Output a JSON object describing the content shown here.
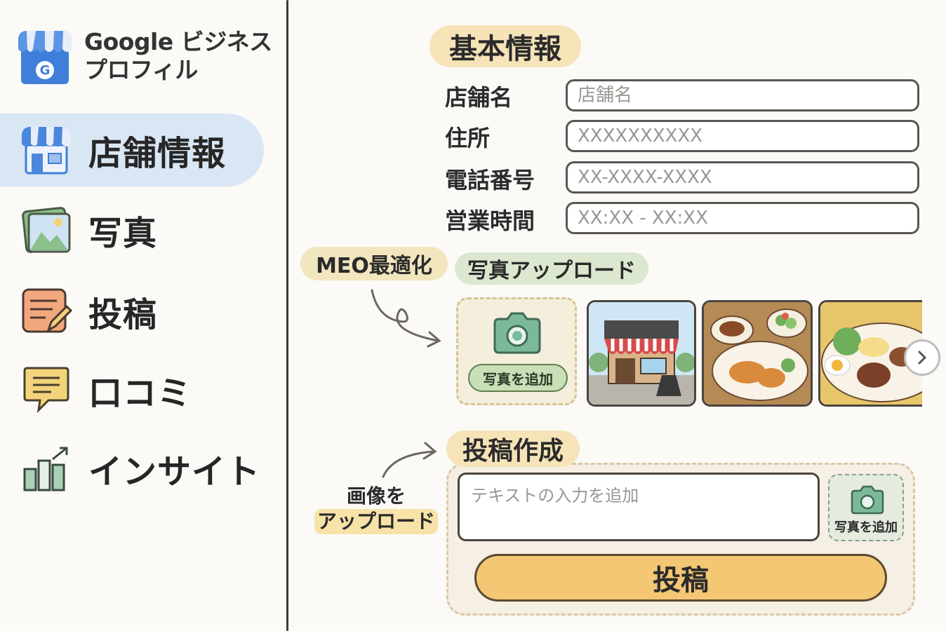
{
  "sidebar": {
    "brand_line1": "Google ビジネス",
    "brand_line2": "プロフィル",
    "items": [
      {
        "label": "店舗情報",
        "icon": "store-icon",
        "active": true
      },
      {
        "label": "写真",
        "icon": "photo-icon"
      },
      {
        "label": "投稿",
        "icon": "post-edit-icon"
      },
      {
        "label": "口コミ",
        "icon": "review-chat-icon"
      },
      {
        "label": "インサイト",
        "icon": "insights-chart-icon"
      }
    ]
  },
  "basic_info": {
    "title": "基本情報",
    "fields": [
      {
        "label": "店舗名",
        "placeholder": "店舗名"
      },
      {
        "label": "住所",
        "placeholder": "XXXXXXXXXX"
      },
      {
        "label": "電話番号",
        "placeholder": "XX-XXXX-XXXX"
      },
      {
        "label": "営業時間",
        "placeholder": "XX:XX - XX:XX"
      }
    ]
  },
  "photos": {
    "meo_tag": "MEO最適化",
    "title": "写真アップロード",
    "add_label": "写真を追加"
  },
  "post": {
    "title": "投稿作成",
    "annotation_line1": "画像を",
    "annotation_line2": "アップロード",
    "text_placeholder": "テキストの入力を追加",
    "add_photo_label": "写真を追加",
    "submit_label": "投稿"
  },
  "colors": {
    "active_nav": "#d9e6f4",
    "accent_yellow": "#f4c774",
    "accent_green": "#c8dfb7",
    "title_pill": "#f6e3b8"
  }
}
